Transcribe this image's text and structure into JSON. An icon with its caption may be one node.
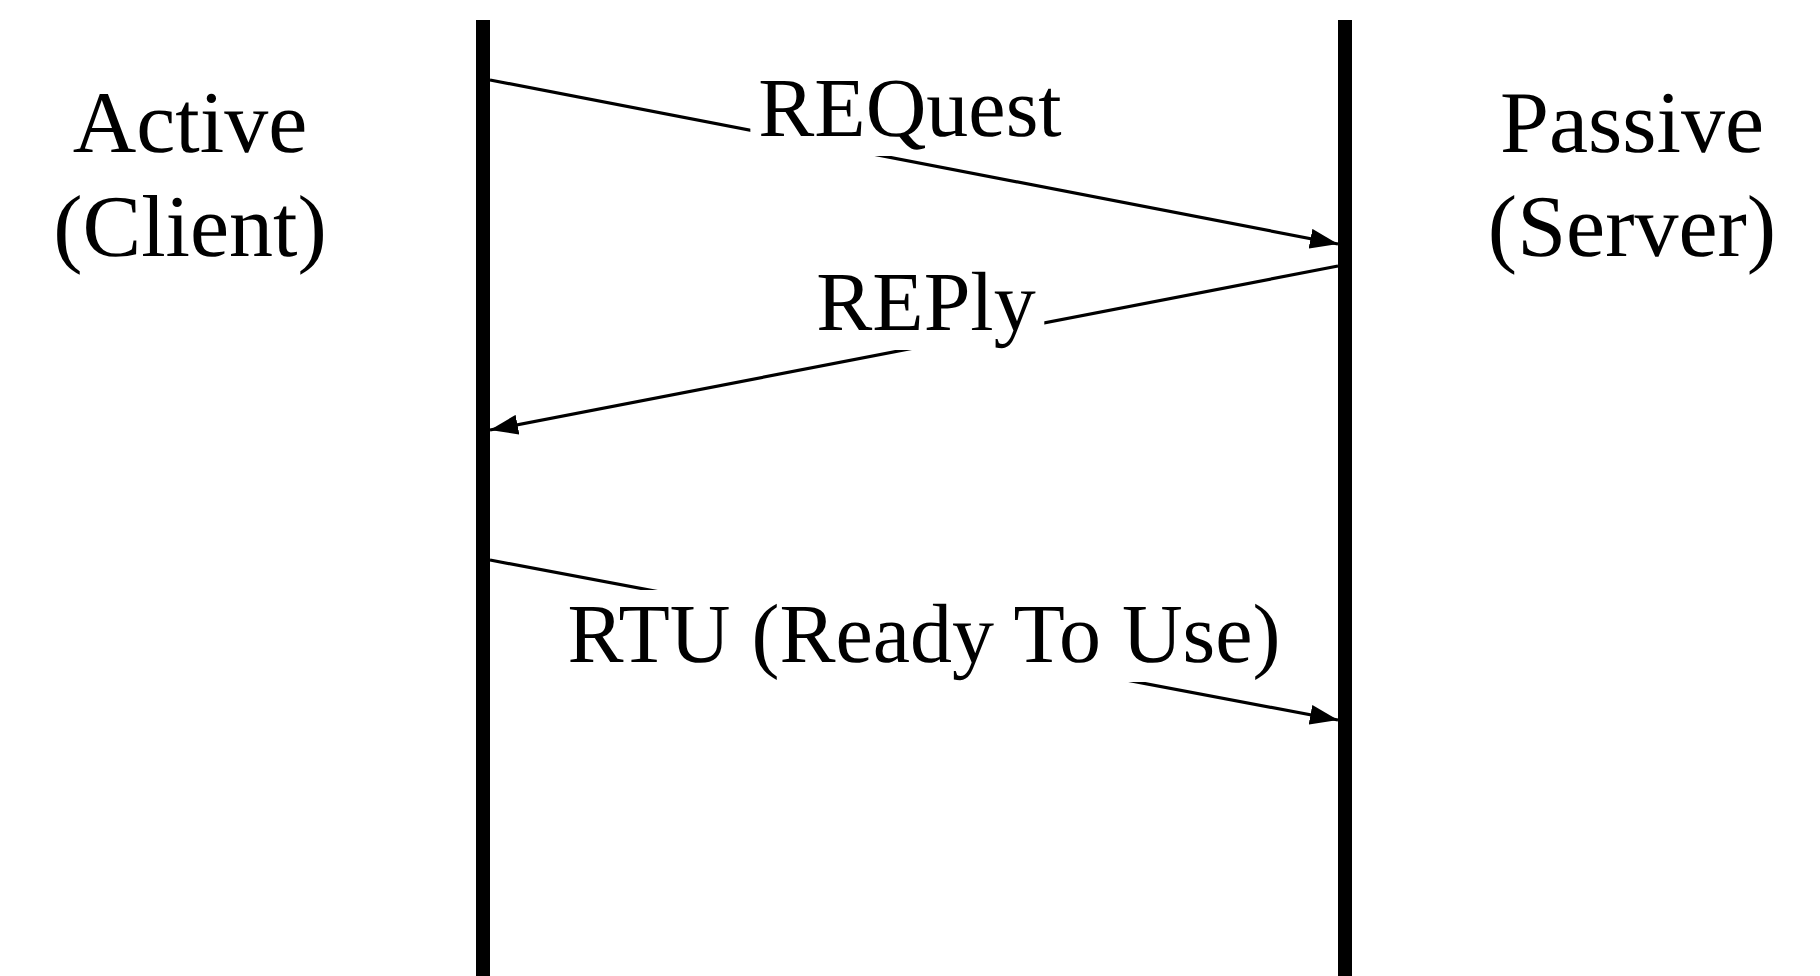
{
  "diagram": {
    "nodes": [
      {
        "text": [],
        "shape": "bar",
        "beside": [
          "Active (Client)"
        ]
      },
      {
        "text": [],
        "shape": "bar",
        "beside": [
          "Passive (Server)"
        ]
      }
    ],
    "edges": [
      {
        "from": 0,
        "to": 1,
        "arrow": "to",
        "label": "REQuest"
      },
      {
        "from": 1,
        "to": 0,
        "arrow": "to",
        "label": "REPly"
      },
      {
        "from": 0,
        "to": 1,
        "arrow": "to",
        "label": "RTU (Ready To Use)"
      }
    ]
  }
}
